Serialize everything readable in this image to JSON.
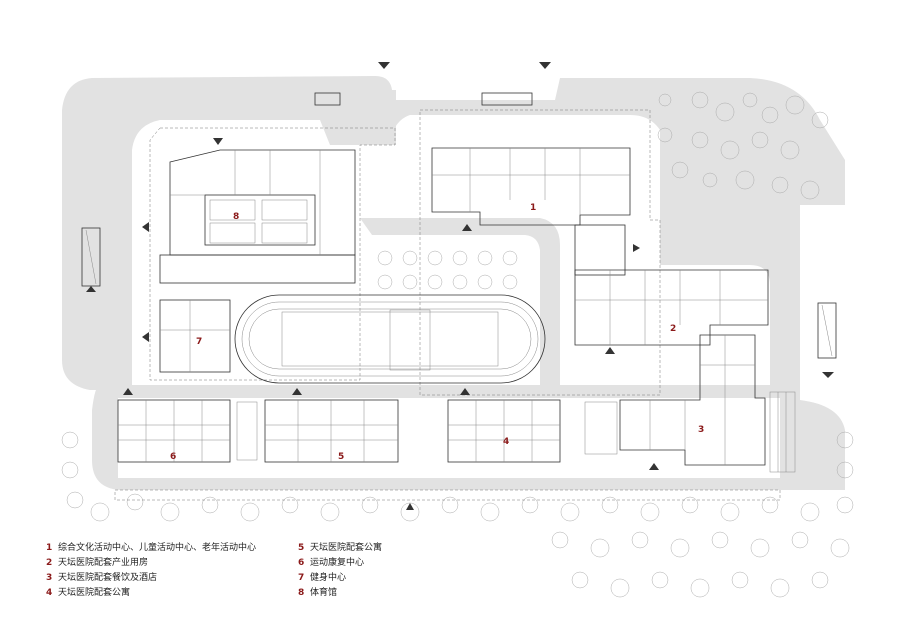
{
  "legend": {
    "left": [
      {
        "num": "1",
        "text": "综合文化活动中心、儿童活动中心、老年活动中心"
      },
      {
        "num": "2",
        "text": "天坛医院配套产业用房"
      },
      {
        "num": "3",
        "text": "天坛医院配套餐饮及酒店"
      },
      {
        "num": "4",
        "text": "天坛医院配套公寓"
      }
    ],
    "right": [
      {
        "num": "5",
        "text": "天坛医院配套公寓"
      },
      {
        "num": "6",
        "text": "运动康复中心"
      },
      {
        "num": "7",
        "text": "健身中心"
      },
      {
        "num": "8",
        "text": "体育馆"
      }
    ]
  },
  "building_labels": [
    "1",
    "2",
    "3",
    "4",
    "5",
    "6",
    "7",
    "8"
  ],
  "colors": {
    "label": "#8b1a1a",
    "road": "#e2e2e2",
    "wall": "#333333"
  }
}
